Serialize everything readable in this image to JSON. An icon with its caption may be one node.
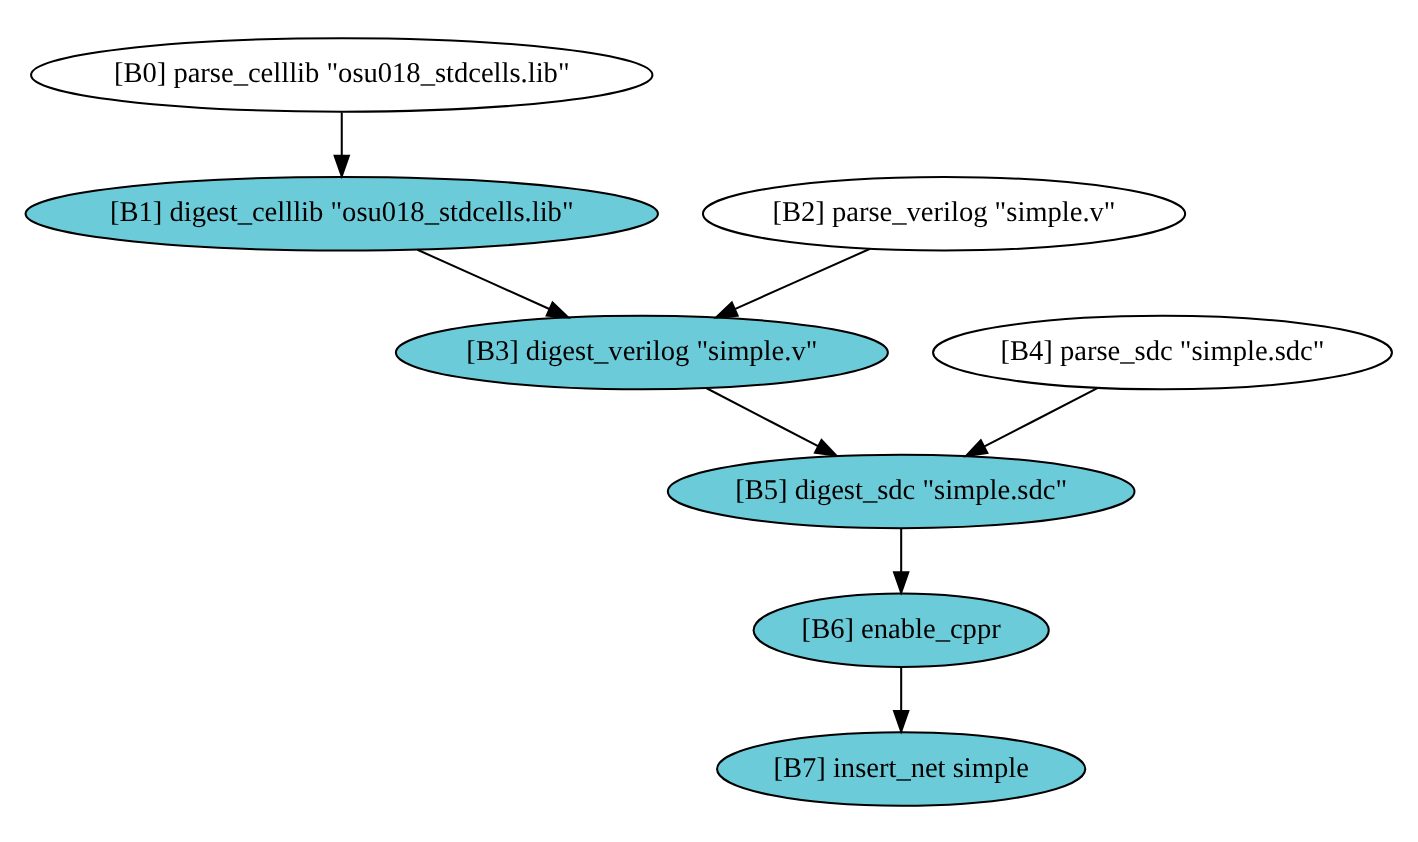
{
  "diagram": {
    "nodes": [
      {
        "text": [
          "[B0] parse_celllib \"osu018_stdcells.lib\""
        ]
      },
      {
        "text": [
          "[B2] parse_verilog \"simple.v\""
        ]
      },
      {
        "text": [
          "[B1] digest_celllib \"osu018_stdcells.lib\""
        ]
      },
      {
        "text": [
          "[B4] parse_sdc \"simple.sdc\""
        ]
      },
      {
        "text": [
          "[B3] digest_verilog \"simple.v\""
        ]
      },
      {
        "text": [
          "[B5] digest_sdc \"simple.sdc\""
        ]
      },
      {
        "text": [
          "[B6] enable_cppr"
        ]
      },
      {
        "text": [
          "[B7] insert_net simple"
        ]
      }
    ],
    "edges": [
      {
        "from": 0,
        "to": 2,
        "arrow": "to"
      },
      {
        "from": 1,
        "to": 4,
        "arrow": "to"
      },
      {
        "from": 2,
        "to": 4,
        "arrow": "to"
      },
      {
        "from": 3,
        "to": 5,
        "arrow": "to"
      },
      {
        "from": 4,
        "to": 5,
        "arrow": "to"
      },
      {
        "from": 5,
        "to": 6,
        "arrow": "to"
      },
      {
        "from": 6,
        "to": 7,
        "arrow": "to"
      }
    ]
  }
}
